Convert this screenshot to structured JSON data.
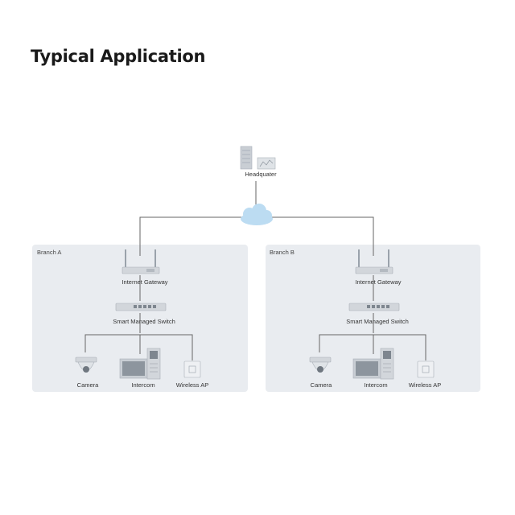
{
  "title": "Typical Application",
  "headquarter": {
    "label": "Headquater"
  },
  "branches": [
    {
      "name": "Branch A",
      "gateway": "Internet Gateway",
      "switch": "Smart Managed Switch",
      "devices": [
        "Camera",
        "Intercom",
        "Wireless AP"
      ]
    },
    {
      "name": "Branch B",
      "gateway": "Internet Gateway",
      "switch": "Smart Managed Switch",
      "devices": [
        "Camera",
        "Intercom",
        "Wireless AP"
      ]
    }
  ],
  "colors": {
    "branch_bg": "#e9ecf0",
    "line": "#666666",
    "cloud": "#bcdcf2",
    "device": "#d2d6db"
  }
}
